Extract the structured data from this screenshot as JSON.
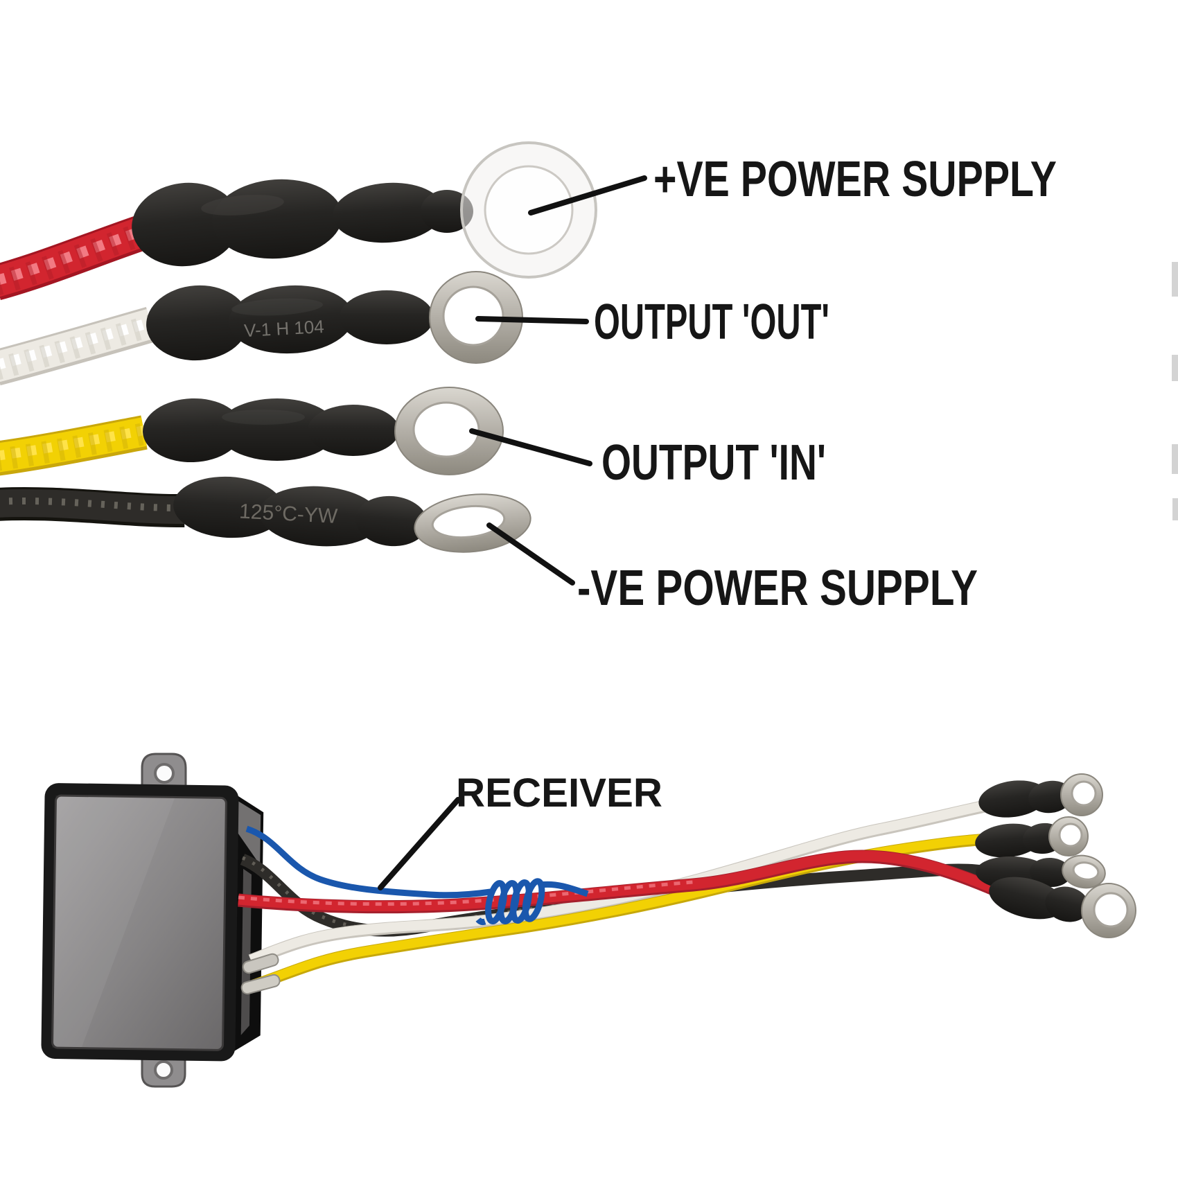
{
  "figure": {
    "type": "annotated wiring-harness photo diagram",
    "background": "#ffffff",
    "labels": {
      "positive": "+VE POWER SUPPLY",
      "output_out": "OUTPUT 'OUT'",
      "output_in": "OUTPUT 'IN'",
      "negative": "-VE POWER SUPPLY",
      "receiver": "RECEIVER"
    },
    "boot_markings": {
      "output_out_boot": "V-1 H 104",
      "negative_boot": "125°C-YW"
    },
    "wires": [
      {
        "color_name": "red",
        "labelled_as": "+VE POWER SUPPLY"
      },
      {
        "color_name": "white",
        "labelled_as": "OUTPUT 'OUT'"
      },
      {
        "color_name": "yellow",
        "labelled_as": "OUTPUT 'IN'"
      },
      {
        "color_name": "black",
        "labelled_as": "-VE POWER SUPPLY"
      },
      {
        "color_name": "blue",
        "labelled_as": "RECEIVER antenna"
      }
    ],
    "colors": {
      "wire_red": "#d2252f",
      "wire_white": "#edeae3",
      "wire_yellow": "#f2d104",
      "wire_black": "#2e2c29",
      "wire_blue": "#1a57ad",
      "terminal_silver": "#b5b1a9",
      "boot_black": "#282624",
      "box_face_gray": "#8f8d8e",
      "label_text": "#161616",
      "leader_line": "#111111"
    }
  }
}
